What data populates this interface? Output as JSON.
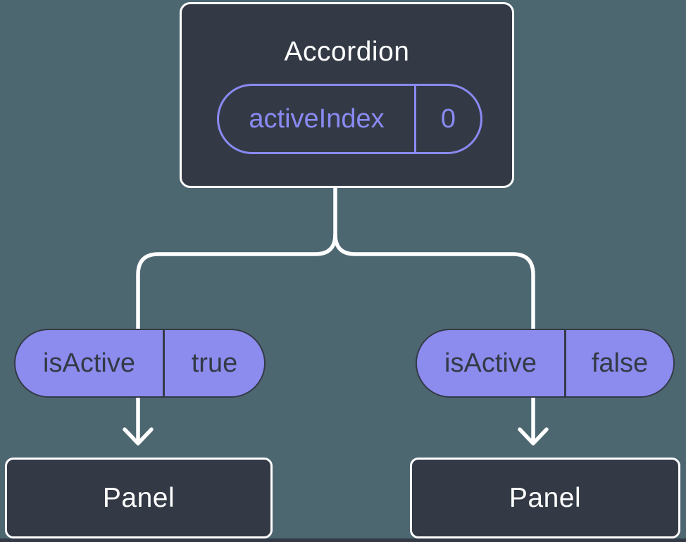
{
  "colors": {
    "background": "#4D6771",
    "node_fill": "#333A46",
    "accent_purple": "#8A8AF2",
    "pill_fill": "#8C8CEE",
    "connector_white": "#FFFFFF"
  },
  "diagram": {
    "root": {
      "title": "Accordion",
      "state": {
        "name": "activeIndex",
        "value": "0"
      }
    },
    "children": [
      {
        "prop": {
          "name": "isActive",
          "value": "true"
        },
        "node": {
          "title": "Panel"
        }
      },
      {
        "prop": {
          "name": "isActive",
          "value": "false"
        },
        "node": {
          "title": "Panel"
        }
      }
    ]
  }
}
